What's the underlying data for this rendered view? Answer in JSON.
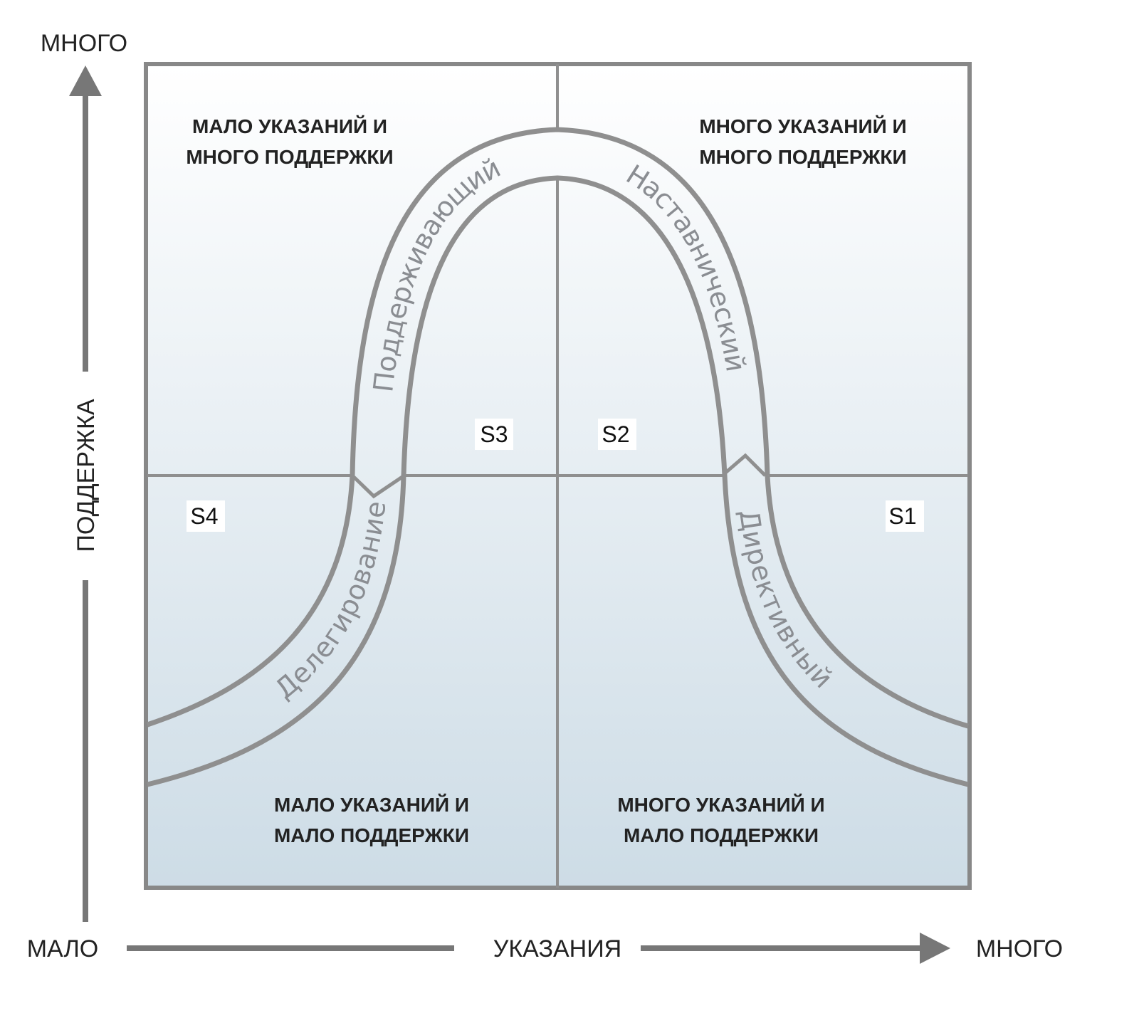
{
  "axes": {
    "y_label": "ПОДДЕРЖКА",
    "y_high": "МНОГО",
    "x_label": "УКАЗАНИЯ",
    "x_low": "МАЛО",
    "x_high": "МНОГО"
  },
  "quadrants": {
    "top_left": [
      "МАЛО УКАЗАНИЙ И",
      "МНОГО ПОДДЕРЖКИ"
    ],
    "top_right": [
      "МНОГО УКАЗАНИЙ И",
      "МНОГО ПОДДЕРЖКИ"
    ],
    "bottom_left": [
      "МАЛО УКАЗАНИЙ И",
      "МАЛО ПОДДЕРЖКИ"
    ],
    "bottom_right": [
      "МНОГО УКАЗАНИЙ И",
      "МАЛО ПОДДЕРЖКИ"
    ]
  },
  "stages": {
    "s1": "S1",
    "s2": "S2",
    "s3": "S3",
    "s4": "S4"
  },
  "styles": {
    "delegating": "Делегирование",
    "supporting": "Поддерживающий",
    "coaching": "Наставнический",
    "directing": "Директивный"
  },
  "colors": {
    "line": "#8f8f8f",
    "bg_top": "#ffffff",
    "bg_bottom": "#cddce6"
  }
}
